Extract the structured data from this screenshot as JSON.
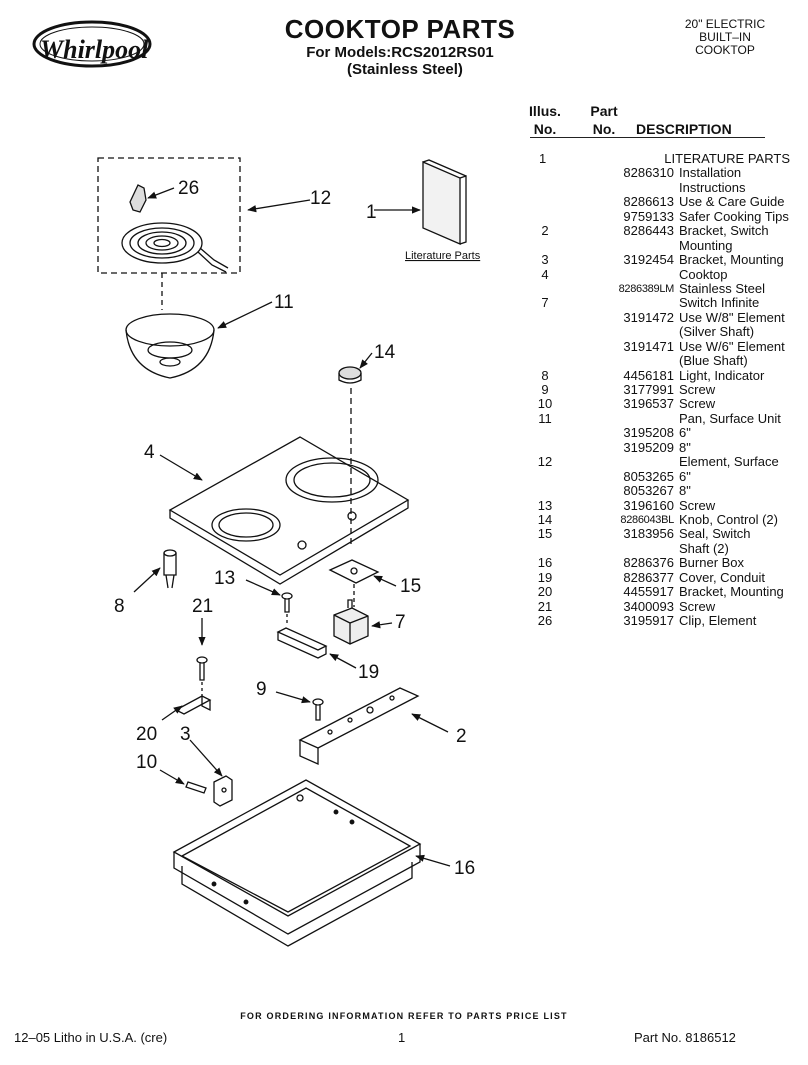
{
  "header": {
    "brand": "Whirlpool",
    "title": "COOKTOP PARTS",
    "model_line": "For Models:RCS2012RS01",
    "finish": "(Stainless Steel)",
    "corner": [
      "20\" ELECTRIC",
      "BUILT–IN",
      "COOKTOP"
    ]
  },
  "table_header": {
    "illus_line1": "Illus.",
    "illus_line2": "No.",
    "part_line1": "Part",
    "part_line2": "No.",
    "description": "DESCRIPTION"
  },
  "parts": [
    {
      "illus": "1",
      "part": "",
      "desc": "LITERATURE PARTS"
    },
    {
      "illus": "",
      "part": "8286310",
      "desc": "Installation"
    },
    {
      "illus": "",
      "part": "",
      "desc": "Instructions"
    },
    {
      "illus": "",
      "part": "8286613",
      "desc": "Use & Care Guide"
    },
    {
      "illus": "",
      "part": "9759133",
      "desc": "Safer Cooking Tips"
    },
    {
      "illus": "2",
      "part": "8286443",
      "desc": "Bracket, Switch"
    },
    {
      "illus": "",
      "part": "",
      "desc": "Mounting"
    },
    {
      "illus": "3",
      "part": "3192454",
      "desc": "Bracket, Mounting"
    },
    {
      "illus": "4",
      "part": "",
      "desc": "Cooktop"
    },
    {
      "illus": "",
      "part": "8286389LM",
      "desc": "Stainless Steel"
    },
    {
      "illus": "7",
      "part": "",
      "desc": "Switch Infinite"
    },
    {
      "illus": "",
      "part": "3191472",
      "desc": "Use W/8\" Element"
    },
    {
      "illus": "",
      "part": "",
      "desc": "(Silver Shaft)"
    },
    {
      "illus": "",
      "part": "3191471",
      "desc": "Use W/6\" Element"
    },
    {
      "illus": "",
      "part": "",
      "desc": "(Blue Shaft)"
    },
    {
      "illus": "8",
      "part": "4456181",
      "desc": "Light, Indicator"
    },
    {
      "illus": "9",
      "part": "3177991",
      "desc": "Screw"
    },
    {
      "illus": "10",
      "part": "3196537",
      "desc": "Screw"
    },
    {
      "illus": "11",
      "part": "",
      "desc": "Pan, Surface Unit"
    },
    {
      "illus": "",
      "part": "3195208",
      "desc": "6\""
    },
    {
      "illus": "",
      "part": "3195209",
      "desc": "8\""
    },
    {
      "illus": "12",
      "part": "",
      "desc": "Element, Surface"
    },
    {
      "illus": "",
      "part": "8053265",
      "desc": "6\""
    },
    {
      "illus": "",
      "part": "8053267",
      "desc": "8\""
    },
    {
      "illus": "13",
      "part": "3196160",
      "desc": "Screw"
    },
    {
      "illus": "14",
      "part": "8286043BL",
      "desc": "Knob, Control (2)"
    },
    {
      "illus": "15",
      "part": "3183956",
      "desc": "Seal, Switch"
    },
    {
      "illus": "",
      "part": "",
      "desc": "Shaft (2)"
    },
    {
      "illus": "16",
      "part": "8286376",
      "desc": "Burner Box"
    },
    {
      "illus": "19",
      "part": "8286377",
      "desc": "Cover, Conduit"
    },
    {
      "illus": "20",
      "part": "4455917",
      "desc": "Bracket, Mounting"
    },
    {
      "illus": "21",
      "part": "3400093",
      "desc": "Screw"
    },
    {
      "illus": "26",
      "part": "3195917",
      "desc": "Clip, Element"
    }
  ],
  "diagram": {
    "literature_label": "Literature Parts",
    "callouts": {
      "c1": "1",
      "c2": "2",
      "c3": "3",
      "c4": "4",
      "c7": "7",
      "c8": "8",
      "c9": "9",
      "c10": "10",
      "c11": "11",
      "c12": "12",
      "c13": "13",
      "c14": "14",
      "c15": "15",
      "c16": "16",
      "c19": "19",
      "c20": "20",
      "c21": "21",
      "c26": "26"
    }
  },
  "footer": {
    "ordering": "FOR ORDERING INFORMATION REFER TO PARTS PRICE LIST",
    "litho": "12–05 Litho in U.S.A. (cre)",
    "page": "1",
    "part_no": "Part No. 8186512"
  }
}
